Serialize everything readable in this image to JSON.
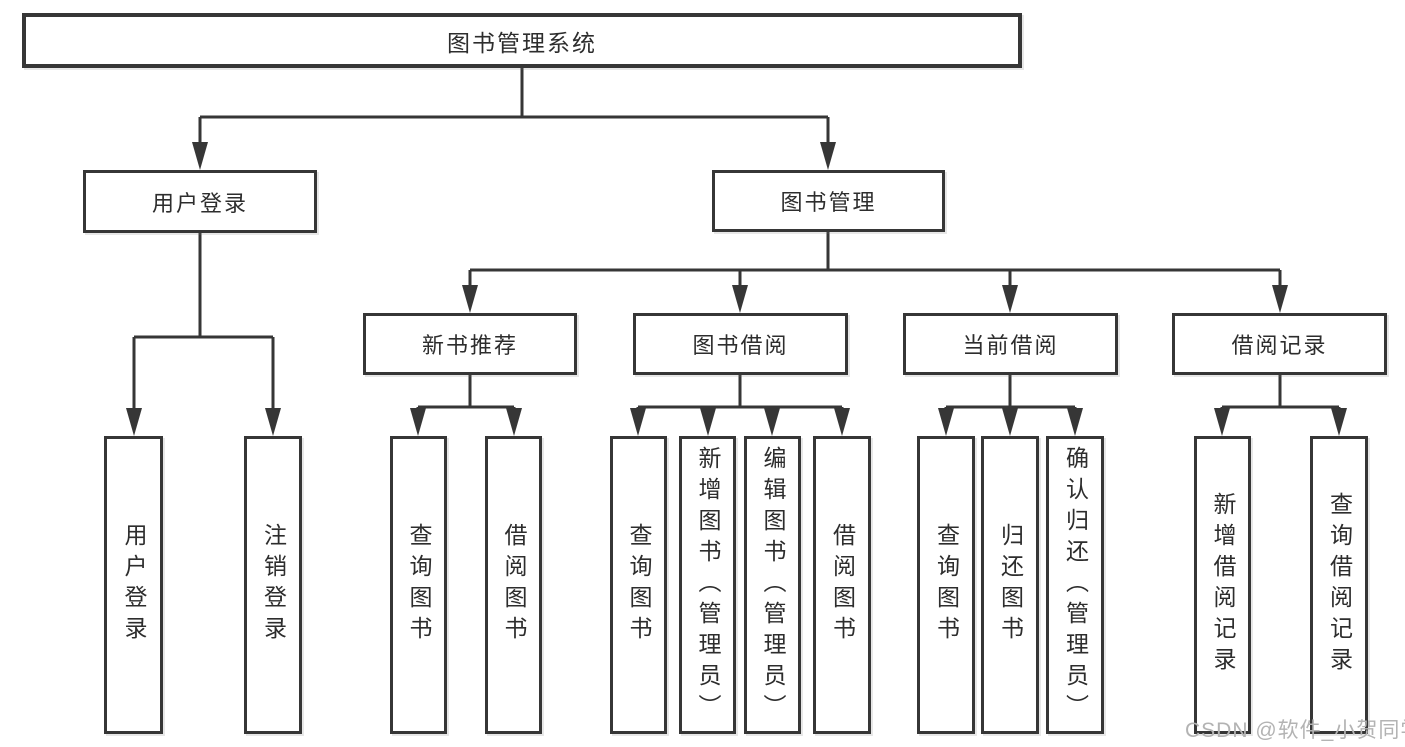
{
  "colors": {
    "line": "#363636",
    "text": "#2d2d2d",
    "watermark": "#b3b3b3",
    "background": "#ffffff"
  },
  "watermark": {
    "text": "CSDN @软件_小贺同学"
  },
  "tree": {
    "label": "图书管理系统",
    "children": [
      {
        "label": "用户登录",
        "children": [
          {
            "label": "用户登录"
          },
          {
            "label": "注销登录"
          }
        ]
      },
      {
        "label": "图书管理",
        "children": [
          {
            "label": "新书推荐",
            "children": [
              {
                "label": "查询图书"
              },
              {
                "label": "借阅图书"
              }
            ]
          },
          {
            "label": "图书借阅",
            "children": [
              {
                "label": "查询图书"
              },
              {
                "label": "新增图书（管理员）"
              },
              {
                "label": "编辑图书（管理员）"
              },
              {
                "label": "借阅图书"
              }
            ]
          },
          {
            "label": "当前借阅",
            "children": [
              {
                "label": "查询图书"
              },
              {
                "label": "归还图书"
              },
              {
                "label": "确认归还（管理员）"
              }
            ]
          },
          {
            "label": "借阅记录",
            "children": [
              {
                "label": "新增借阅记录"
              },
              {
                "label": "查询借阅记录"
              }
            ]
          }
        ]
      }
    ]
  }
}
